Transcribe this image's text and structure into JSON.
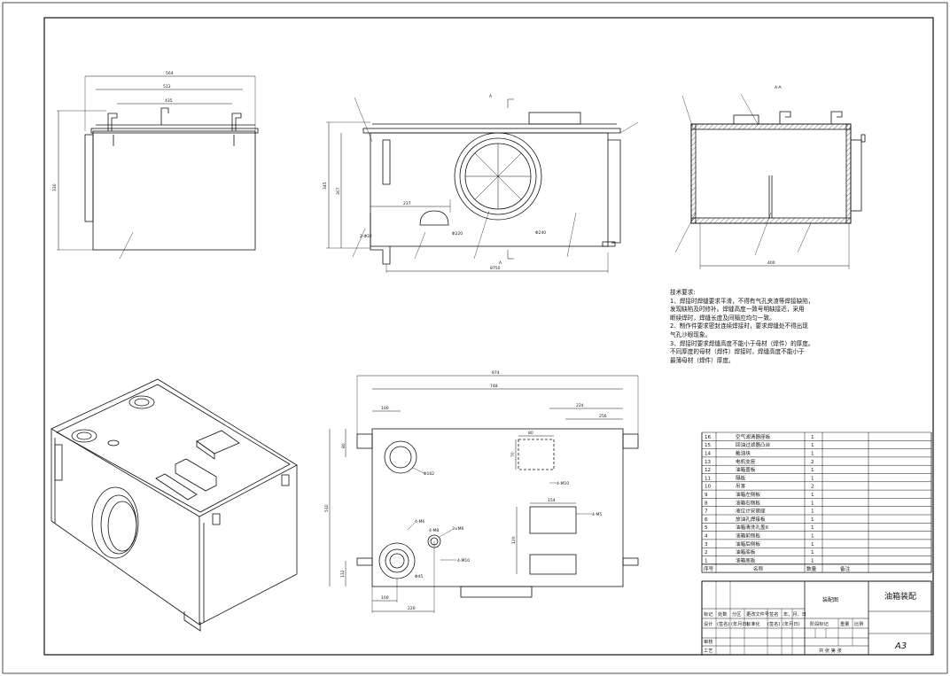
{
  "drawing": {
    "title": "油箱装配",
    "view_name": "装配图",
    "sheet_size": "A3",
    "section_label": "A-A",
    "section_arrow": "A"
  },
  "dimensions": {
    "front_width": "564",
    "front_inner": "512",
    "front_top": "435",
    "front_height": "330",
    "main_length": "8750",
    "main_height": "345",
    "main_inner_h": "307",
    "main_237": "237",
    "main_small": "2-Φ32",
    "circle_d1": "Φ220",
    "circle_d2": "Φ240",
    "side_width": "400",
    "plan_874": "874",
    "plan_748": "748",
    "plan_left": "100",
    "plan_224": "224",
    "plan_256": "256",
    "plan_80a": "80",
    "plan_80b": "80",
    "plan_70": "70",
    "plan_510": "510",
    "plan_132": "132",
    "plan_154": "154",
    "plan_120": "120",
    "plan_100b": "100",
    "plan_220": "220",
    "plan_hole1": "Φ162",
    "plan_hole2": "Φ45",
    "plan_4m10a": "4-M10",
    "plan_4m10b": "4-M10",
    "plan_4m6": "4-M6",
    "plan_4m5": "4-M5",
    "plan_4m8": "4-M8",
    "plan_3m6": "3×M6"
  },
  "notes": {
    "heading": "技术要求:",
    "lines": [
      "1、焊接时焊缝要求平滑，不得有气孔夹渣等焊接缺陷，",
      "发现缺陷及时修补。焊缝高度一致号明缺接近，采用",
      "断续焊时，焊缝长度及间隔应均匀一致。",
      "2、制作件要求密封连续焊接时，要求焊缝处不得出现",
      "气孔沙眼现象。",
      "3、焊接时要求焊缝高度不能小于母材（焊件）的厚度。",
      "不同厚度的母材（焊件）焊接时，焊缝高度不能小于",
      "最薄母材（焊件）厚度。"
    ]
  },
  "bom": {
    "header": {
      "no": "序号",
      "name": "名称",
      "qty": "数量",
      "remark": "备注"
    },
    "rows": [
      {
        "no": "16",
        "name": "空气滤清器座板",
        "qty": "1"
      },
      {
        "no": "15",
        "name": "回油过滤器凸台",
        "qty": "1"
      },
      {
        "no": "14",
        "name": "截油块",
        "qty": "1"
      },
      {
        "no": "13",
        "name": "电机支座",
        "qty": "2"
      },
      {
        "no": "12",
        "name": "油箱盖板",
        "qty": "1"
      },
      {
        "no": "11",
        "name": "隔板",
        "qty": "1"
      },
      {
        "no": "10",
        "name": "吊耳",
        "qty": "2"
      },
      {
        "no": "9",
        "name": "油箱左侧板",
        "qty": "1"
      },
      {
        "no": "8",
        "name": "油箱右侧板",
        "qty": "1"
      },
      {
        "no": "7",
        "name": "液位计安装座",
        "qty": "1"
      },
      {
        "no": "6",
        "name": "放油孔焊接板",
        "qty": "1"
      },
      {
        "no": "5",
        "name": "油箱清洗孔盖II",
        "qty": "1"
      },
      {
        "no": "4",
        "name": "油箱前侧板",
        "qty": "1"
      },
      {
        "no": "3",
        "name": "油箱后侧板",
        "qty": "1"
      },
      {
        "no": "2",
        "name": "油箱底板",
        "qty": "1"
      },
      {
        "no": "1",
        "name": "油箱底板",
        "qty": "1"
      }
    ]
  },
  "title_block": {
    "r1": [
      "标记",
      "处数",
      "分区",
      "更改文件号",
      "签名",
      "年、月、日"
    ],
    "r2": [
      "设计",
      "(签名)",
      "(年月日)",
      "标准化",
      "(签名)",
      "(年月日)"
    ],
    "stage": "阶段标记",
    "weight": "重量",
    "scale": "比例",
    "check": "审核",
    "craft": "工艺",
    "sheets": "共  张  第  张"
  }
}
